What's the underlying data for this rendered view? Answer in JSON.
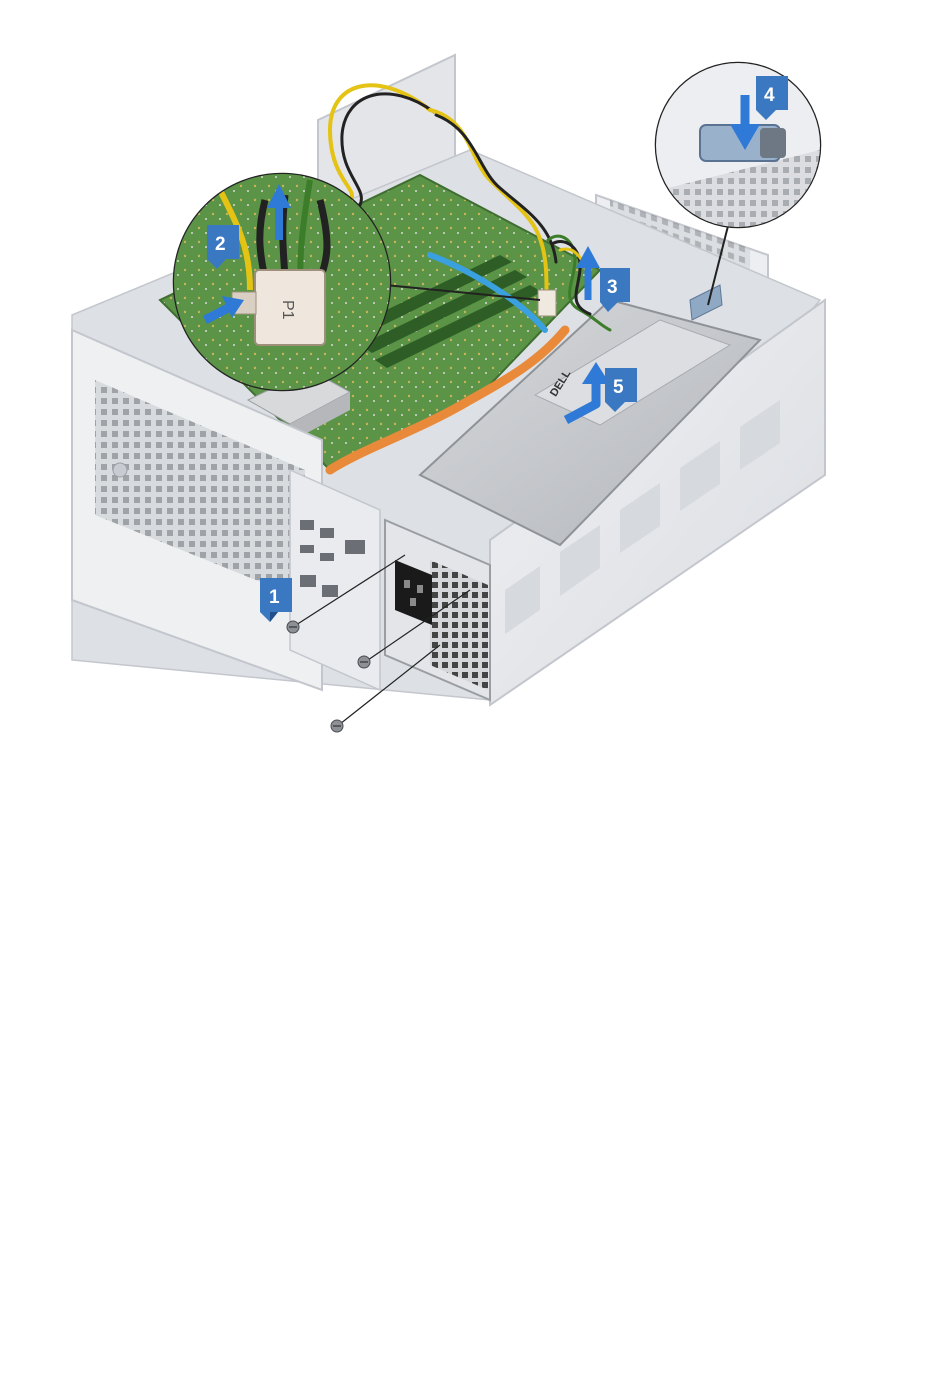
{
  "callouts": [
    {
      "id": 1,
      "label": "1"
    },
    {
      "id": 2,
      "label": "2"
    },
    {
      "id": 3,
      "label": "3"
    },
    {
      "id": 4,
      "label": "4"
    },
    {
      "id": 5,
      "label": "5"
    }
  ],
  "connector_label": "P1",
  "psu_brand": "DELL",
  "colors": {
    "callout": "#3a78c2",
    "callout_dark": "#1f4f8c",
    "arrow": "#2f7ad6",
    "chassis": "#e6e8ec",
    "chassis_edge": "#c8ccd2",
    "board": "#4f8a3e",
    "psu": "#c9cbcf",
    "cable_yellow": "#e5c315",
    "cable_black": "#222222",
    "cable_green": "#3c7d2a",
    "sata_orange": "#e88a3a",
    "sata_blue": "#3aa0e0"
  }
}
